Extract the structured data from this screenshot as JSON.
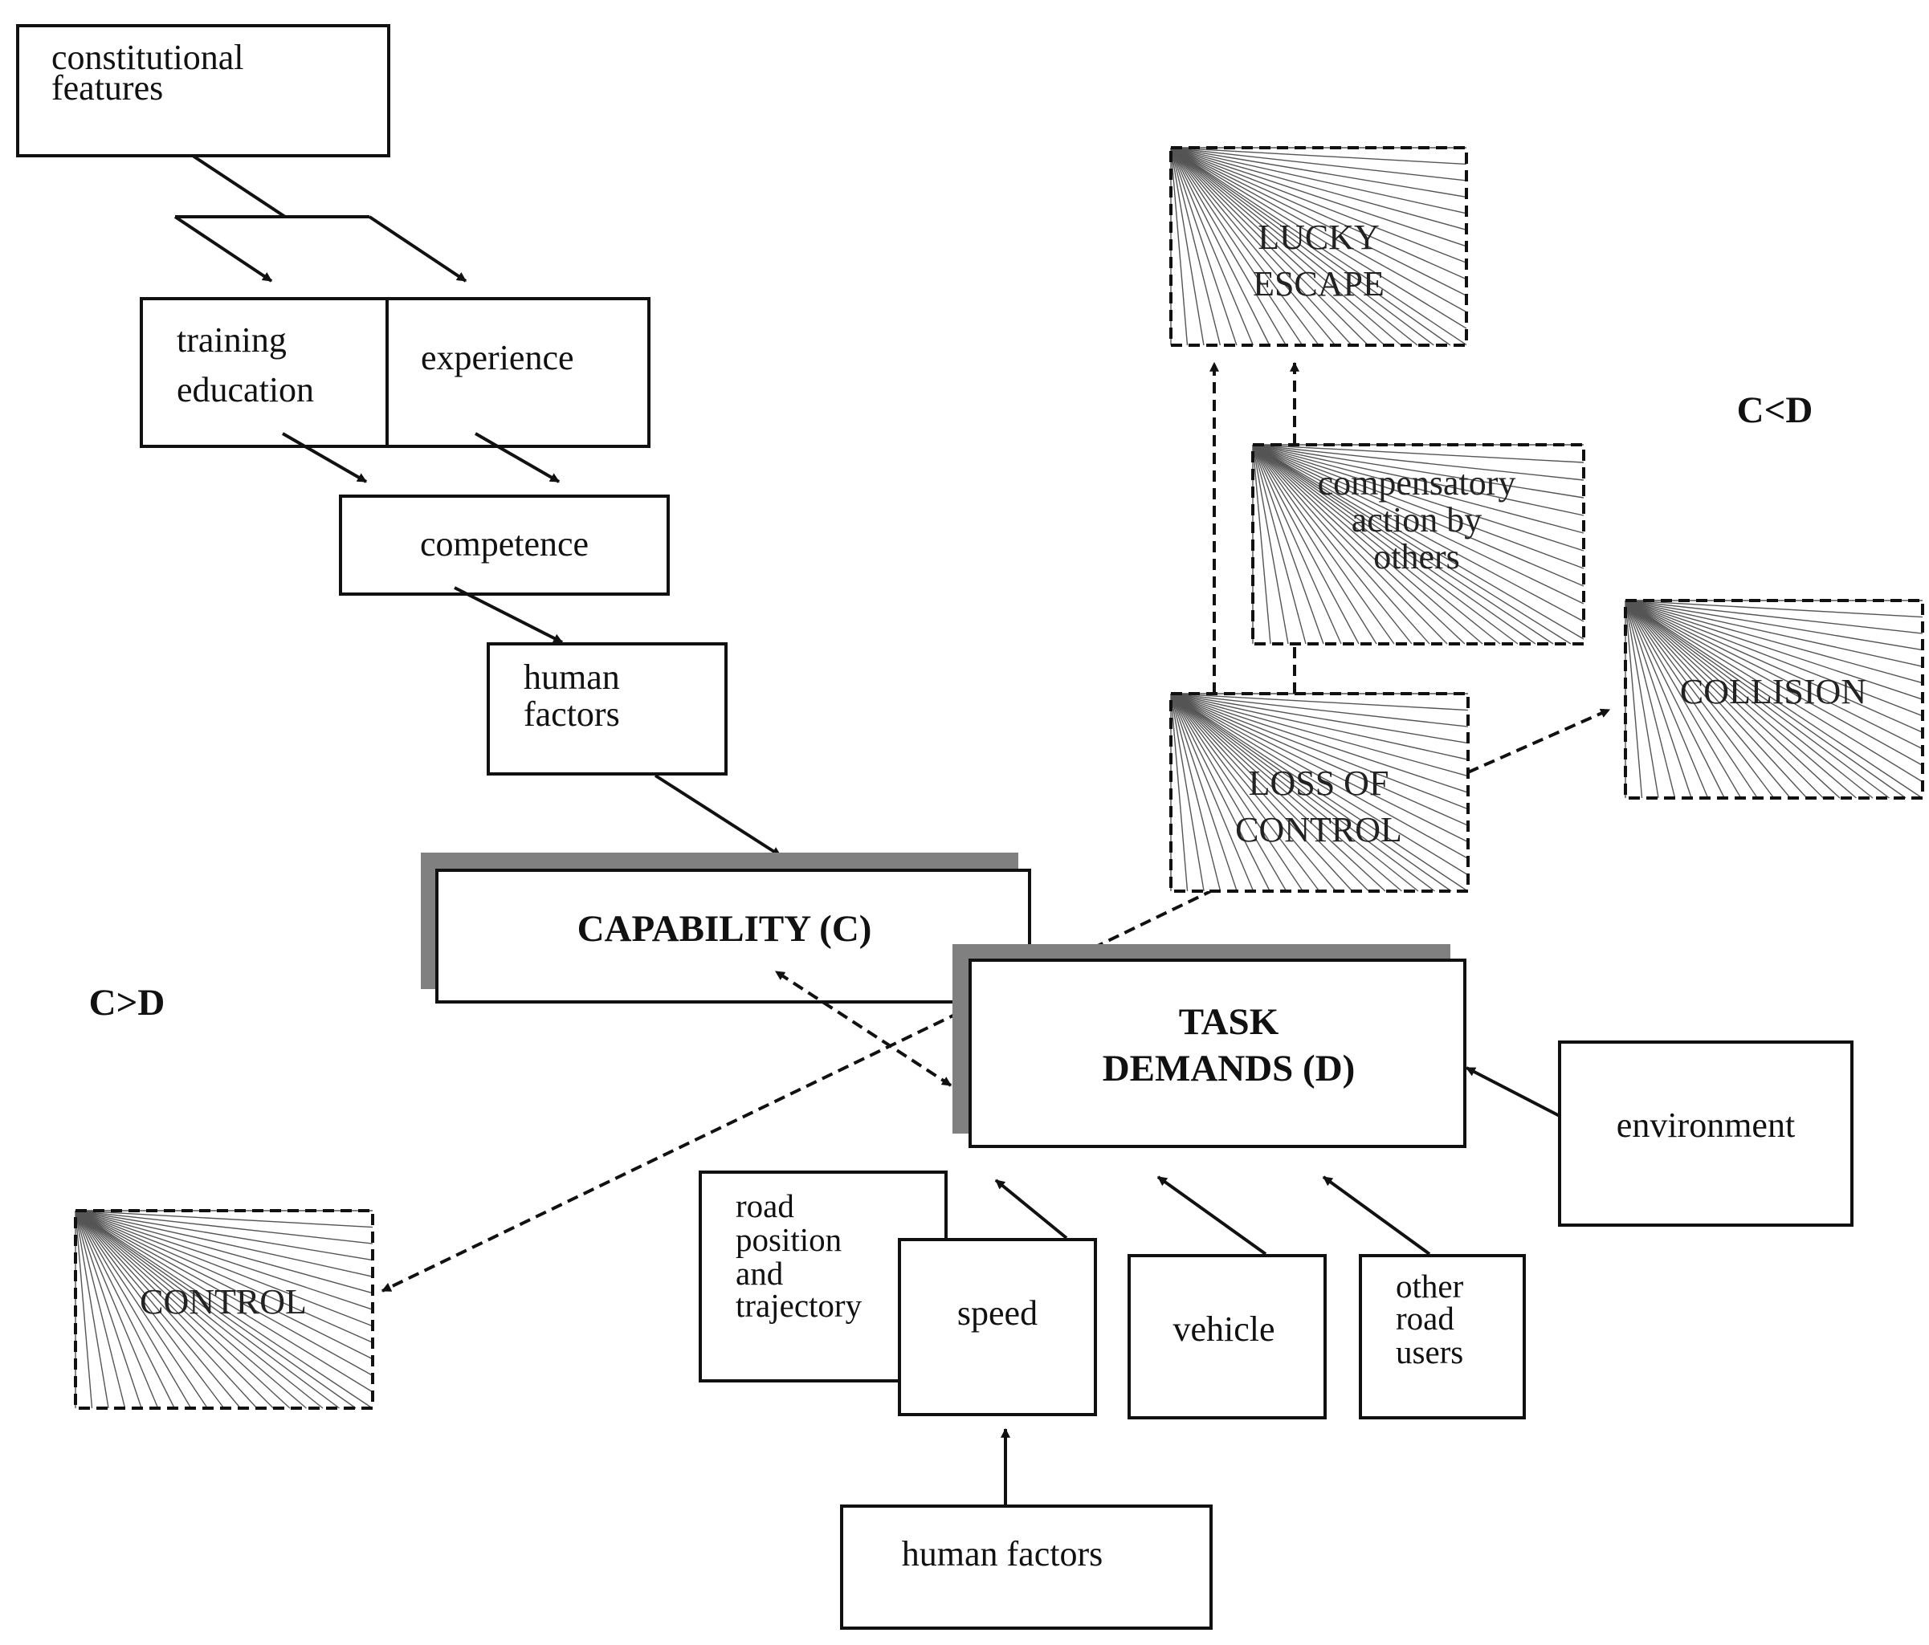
{
  "nodes": {
    "constitutional_features": [
      "constitutional",
      "features"
    ],
    "training_education": [
      "training",
      "education"
    ],
    "experience": "experience",
    "competence": "competence",
    "human_factors_upper": [
      "human",
      "factors"
    ],
    "capability": "CAPABILITY (C)",
    "task_demands": [
      "TASK",
      "DEMANDS (D)"
    ],
    "environment": "environment",
    "road_position": [
      "road",
      "position",
      "and",
      "trajectory"
    ],
    "speed": "speed",
    "vehicle": "vehicle",
    "other_road_users": [
      "other",
      "road",
      "users"
    ],
    "human_factors_lower": "human factors"
  },
  "outcomes": {
    "lucky_escape": [
      "LUCKY",
      "ESCAPE"
    ],
    "compensatory_action": [
      "compensatory",
      "action by",
      "others"
    ],
    "loss_of_control": [
      "LOSS OF",
      "CONTROL"
    ],
    "collision": "COLLISION",
    "control": "CONTROL"
  },
  "region_labels": {
    "c_less_than_d": "C<D",
    "c_greater_than_d": "C>D"
  }
}
